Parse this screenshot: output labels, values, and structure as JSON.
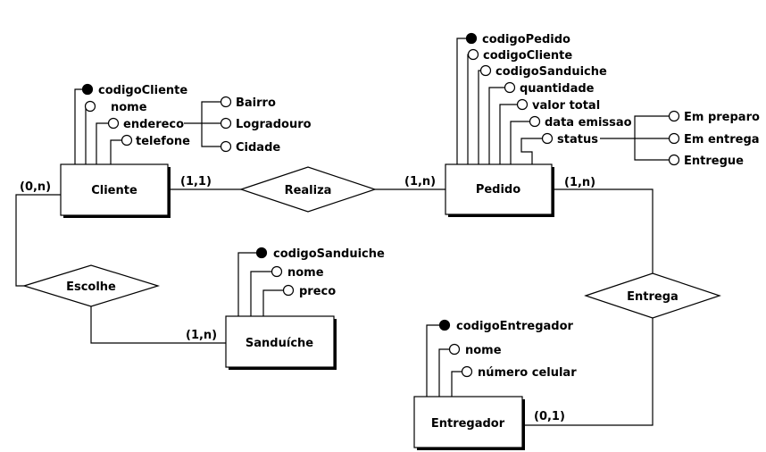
{
  "entities": {
    "cliente": "Cliente",
    "pedido": "Pedido",
    "sanduiche": "Sanduíche",
    "entregador": "Entregador"
  },
  "relationships": {
    "realiza": "Realiza",
    "escolhe": "Escolhe",
    "entrega": "Entrega"
  },
  "cardinalities": {
    "cliente_realiza": "(1,1)",
    "pedido_realiza": "(1,n)",
    "cliente_escolhe": "(0,n)",
    "sanduiche_escolhe": "(1,n)",
    "pedido_entrega": "(1,n)",
    "entregador_entrega": "(0,1)"
  },
  "attributes": {
    "cliente": {
      "codigo": "codigoCliente",
      "nome": "nome",
      "endereco": "endereco",
      "telefone": "telefone",
      "endereco_parts": [
        "Bairro",
        "Logradouro",
        "Cidade"
      ]
    },
    "pedido": {
      "codigo": "codigoPedido",
      "codigo_cliente": "codigoCliente",
      "codigo_sanduiche": "codigoSanduiche",
      "quantidade": "quantidade",
      "valor_total": "valor total",
      "data_emissao": "data emissao",
      "status": "status",
      "status_values": [
        "Em preparo",
        "Em entrega",
        "Entregue"
      ]
    },
    "sanduiche": {
      "codigo": "codigoSanduiche",
      "nome": "nome",
      "preco": "preco"
    },
    "entregador": {
      "codigo": "codigoEntregador",
      "nome": "nome",
      "celular": "número celular"
    }
  }
}
